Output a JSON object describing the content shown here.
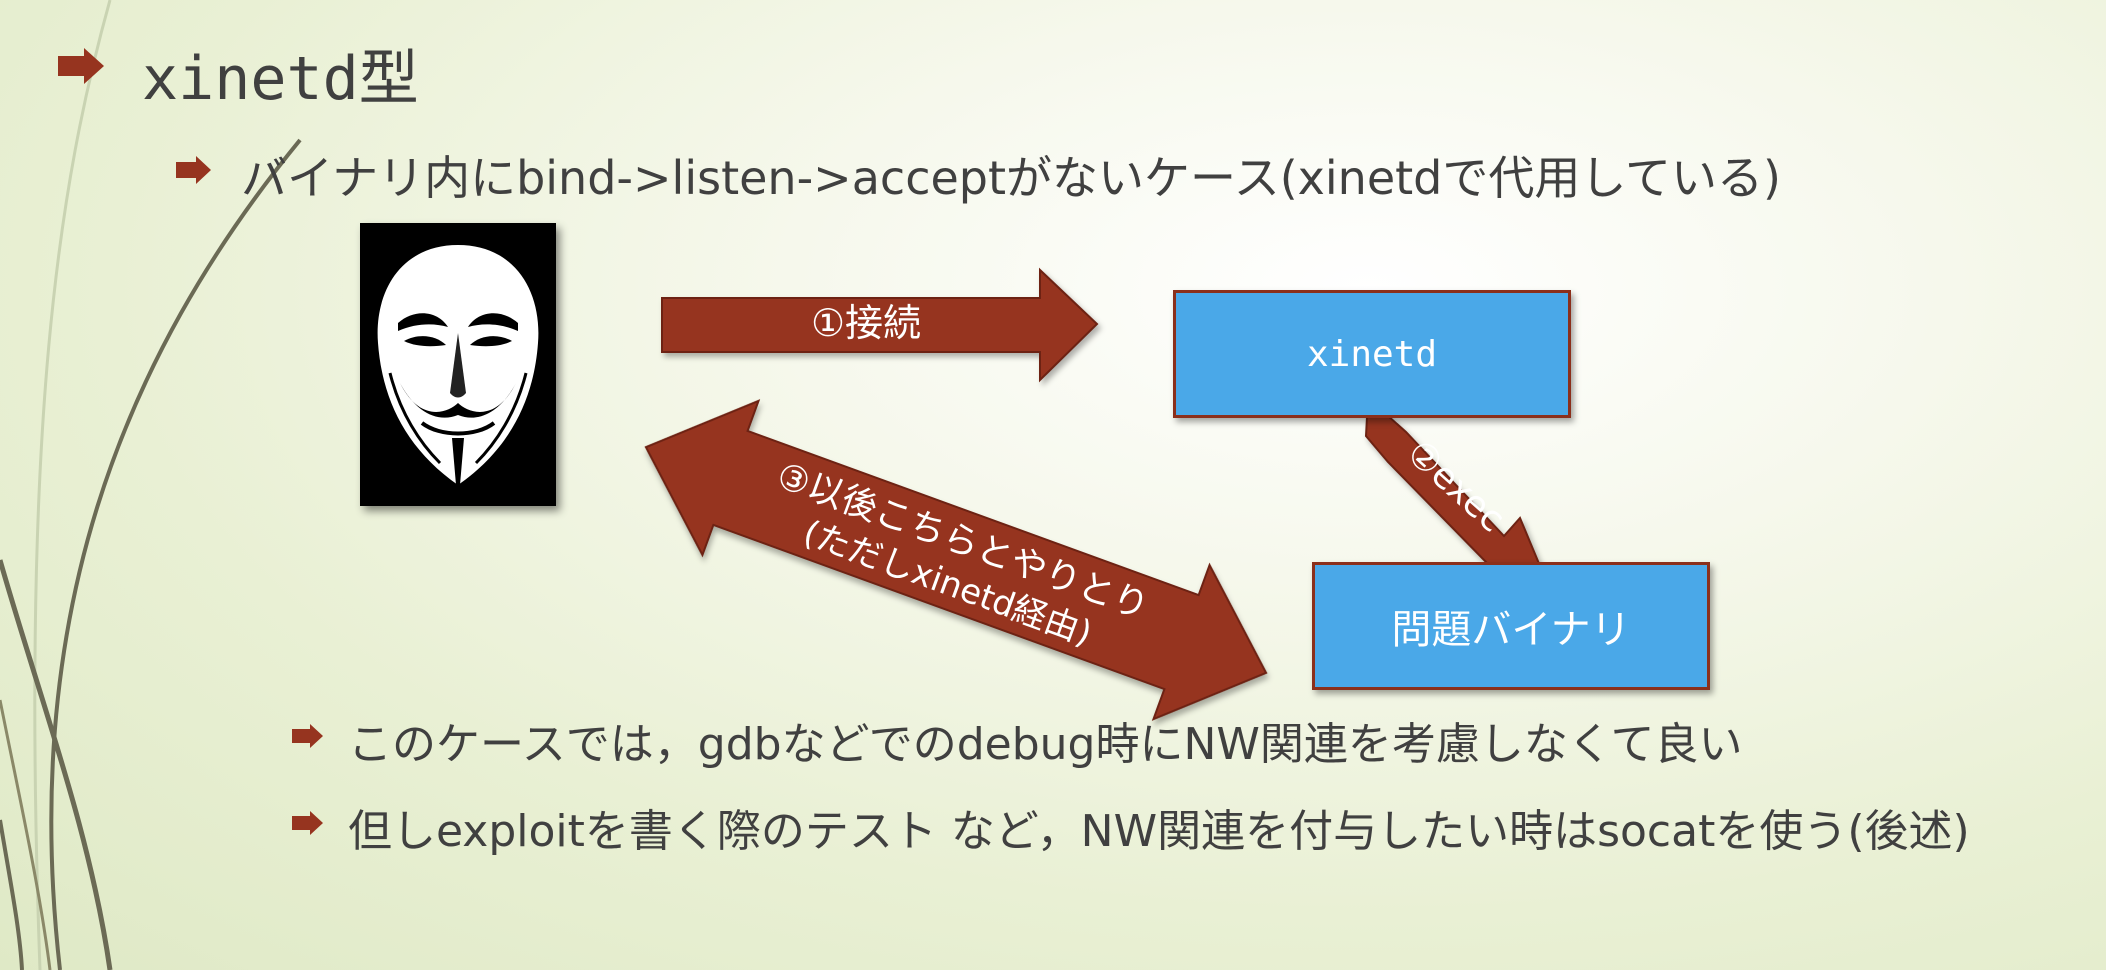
{
  "slide": {
    "heading": "xinetd型",
    "sub_bullet": "バイナリ内にbind->listen->acceptがないケース(xinetdで代用している)",
    "notes": [
      "このケースでは，gdbなどでのdebug時にNW関連を考慮しなくて良い",
      "但しexploitを書く際のテスト など，NW関連を付与したい時はsocatを使う(後述)"
    ]
  },
  "diagram": {
    "arrow_connect_label": "①接続",
    "box_xinetd": "xinetd",
    "arrow_exec_label": "②exec",
    "box_binary": "問題バイナリ",
    "double_arrow_line1": "③以後こちらとやりとり",
    "double_arrow_line2": "(ただしxinetd経由)"
  },
  "colors": {
    "accent": "#96341f",
    "box_fill": "#4aa8e8",
    "box_border": "#8b2f1b",
    "text": "#404040"
  }
}
